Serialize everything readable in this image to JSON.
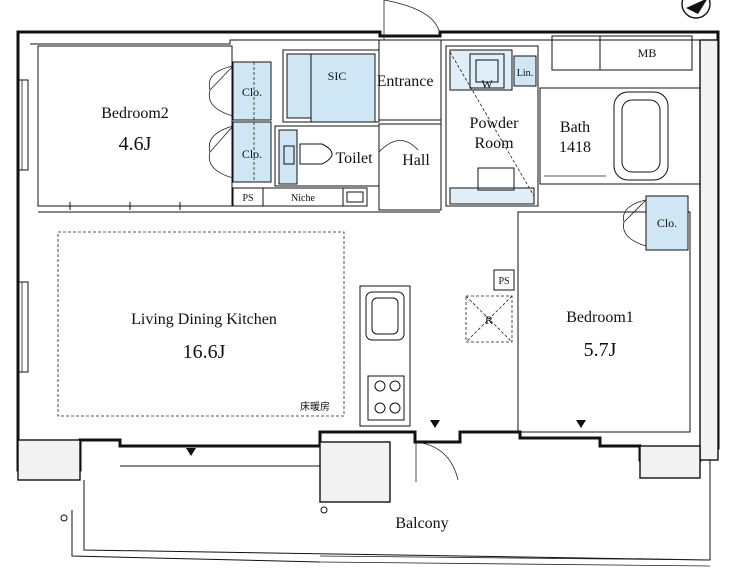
{
  "rooms": {
    "bedroom2": {
      "name": "Bedroom2",
      "size": "4.6J"
    },
    "ldk": {
      "name": "Living Dining Kitchen",
      "size": "16.6J"
    },
    "bedroom1": {
      "name": "Bedroom1",
      "size": "5.7J"
    },
    "sic": "SIC",
    "entrance": "Entrance",
    "toilet": "Toilet",
    "hall": "Hall",
    "powder_room": {
      "line1": "Powder",
      "line2": "Room"
    },
    "bath": {
      "name": "Bath",
      "size": "1418"
    },
    "balcony": "Balcony",
    "mb": "MB"
  },
  "fixtures": {
    "closet": "Clo.",
    "ps": "PS",
    "niche": "Niche",
    "washer": "W",
    "linen": "Lin.",
    "refrigerator": "R",
    "floor_heating": "床暖房"
  },
  "colors": {
    "closet_fill": "#cfe6f5",
    "wall": "#111111"
  }
}
